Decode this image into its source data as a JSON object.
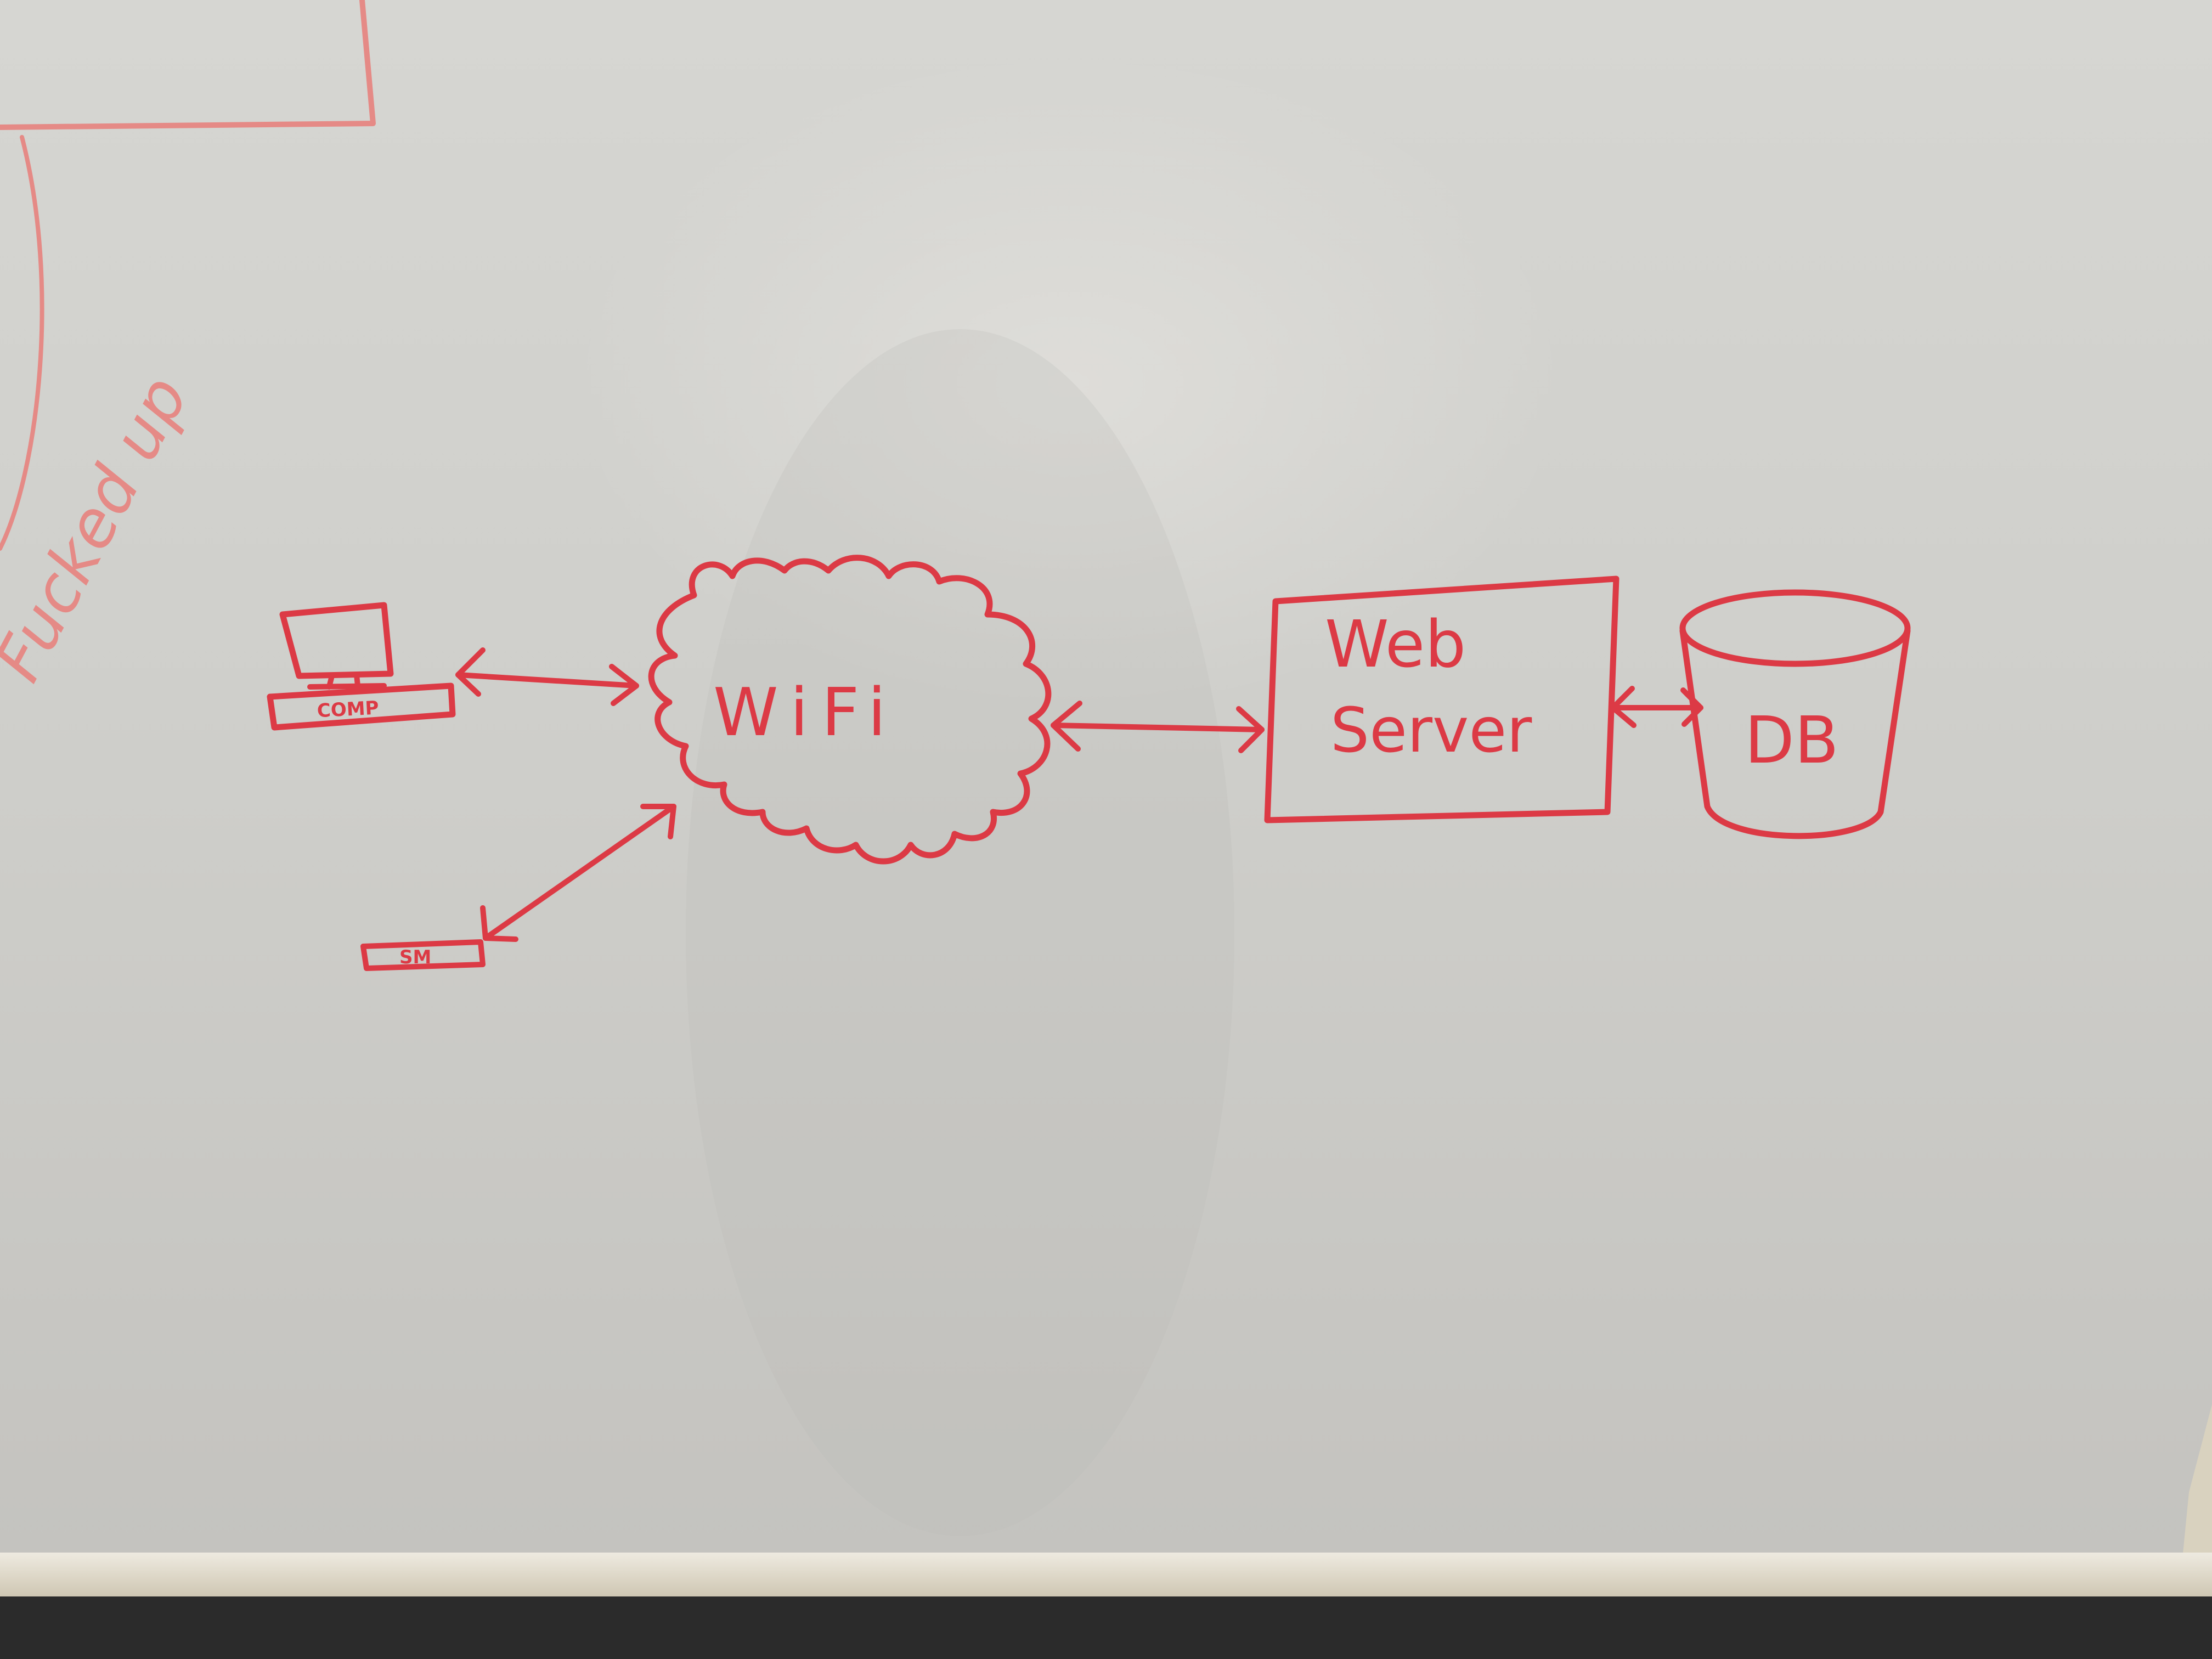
{
  "diagram": {
    "ink_color": "#dc3a45",
    "faint_ink_color": "#e58a86",
    "nodes": [
      {
        "id": "comp",
        "label": "COMP",
        "shape": "computer-icon"
      },
      {
        "id": "sm",
        "label": "SM",
        "shape": "device-rectangle"
      },
      {
        "id": "wifi",
        "label": "WiFi",
        "shape": "cloud"
      },
      {
        "id": "server",
        "label_line1": "Web",
        "label_line2": "Server",
        "shape": "rectangle"
      },
      {
        "id": "db",
        "label": "DB",
        "shape": "cylinder"
      }
    ],
    "edges": [
      {
        "from": "comp",
        "to": "wifi",
        "direction": "both"
      },
      {
        "from": "sm",
        "to": "wifi",
        "direction": "both"
      },
      {
        "from": "wifi",
        "to": "server",
        "direction": "both"
      },
      {
        "from": "server",
        "to": "db",
        "direction": "both"
      }
    ],
    "side_note": "Fucked up"
  }
}
